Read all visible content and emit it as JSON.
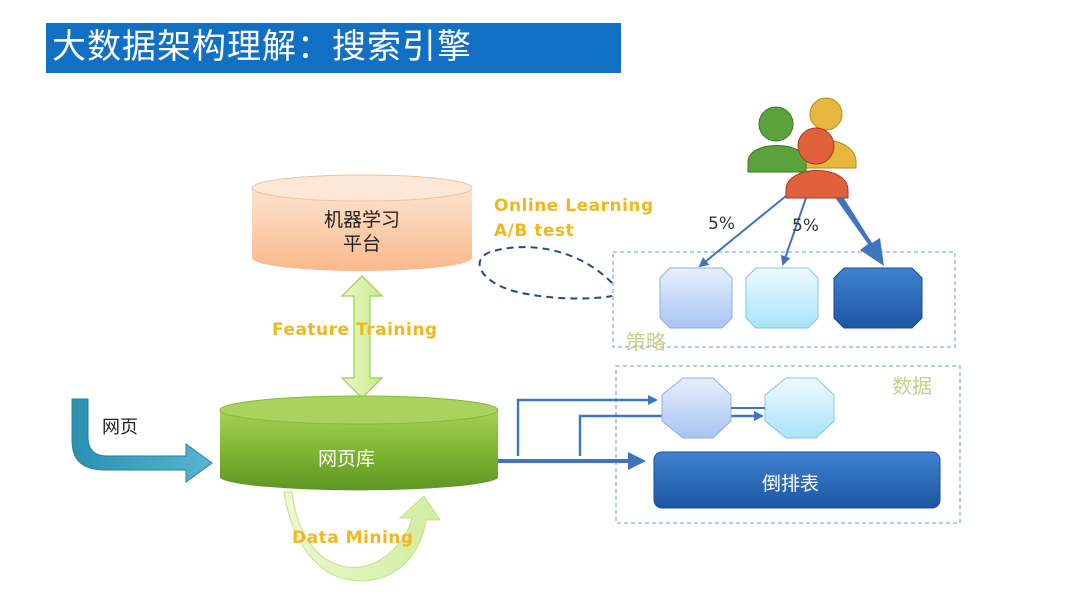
{
  "title": "大数据架构理解：搜索引擎",
  "nodes": {
    "ml_platform_line1": "机器学习",
    "ml_platform_line2": "平台",
    "webpage_db": "网页库",
    "webpage_input": "网页",
    "inverted_index": "倒排表"
  },
  "edges": {
    "online_learning": "Online Learning",
    "ab_test": "A/B test",
    "feature_training": "Feature Training",
    "data_mining": "Data Mining",
    "traffic_left": "5%",
    "traffic_middle": "5%"
  },
  "groups": {
    "strategy": "策略",
    "data": "数据"
  },
  "colors": {
    "title_bg": "#1170c4",
    "orange_text": "#f0b81e",
    "db_green": "#7fb733",
    "ml_orange": "#fbc9a4",
    "index_blue": "#2a66b5",
    "arrow_blue": "#3f74bf"
  },
  "icons": [
    "users-icon"
  ]
}
